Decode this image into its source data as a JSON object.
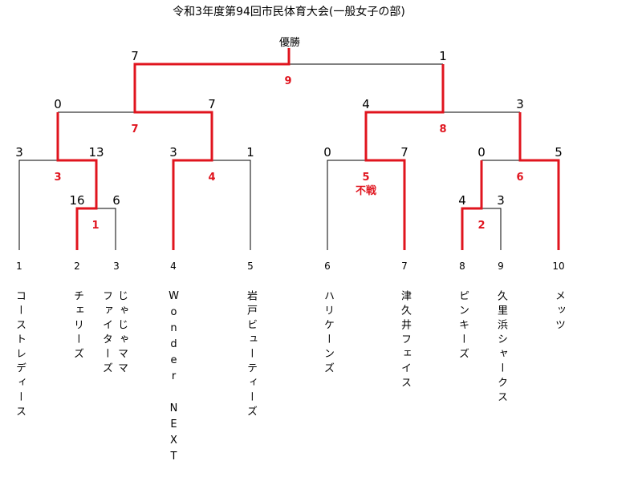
{
  "title": "令和3年度第94回市民体育大会(一般女子の部)",
  "champion_label": "優勝",
  "teams": [
    {
      "seed": "1",
      "name": "コーストレディース"
    },
    {
      "seed": "2",
      "name": "チェリーズ"
    },
    {
      "seed": "3",
      "name": "じゃじゃママ",
      "name2": "ファイターズ"
    },
    {
      "seed": "4",
      "name": "Wonder NEXT"
    },
    {
      "seed": "5",
      "name": "岩戸ビューティーズ"
    },
    {
      "seed": "6",
      "name": "ハリケーンズ"
    },
    {
      "seed": "7",
      "name": "津久井フェイス"
    },
    {
      "seed": "8",
      "name": "ピンキーズ"
    },
    {
      "seed": "9",
      "name": "久里浜シャークス"
    },
    {
      "seed": "10",
      "name": "メッツ"
    }
  ],
  "matches": [
    {
      "no": "1",
      "left": "16",
      "right": "6"
    },
    {
      "no": "2",
      "left": "4",
      "right": "3"
    },
    {
      "no": "3",
      "left": "3",
      "right": "13"
    },
    {
      "no": "4",
      "left": "3",
      "right": "1"
    },
    {
      "no": "5",
      "note": "不戦",
      "left": "0",
      "right": "7"
    },
    {
      "no": "6",
      "left": "0",
      "right": "5"
    },
    {
      "no": "7",
      "left": "0",
      "right": "7"
    },
    {
      "no": "8",
      "left": "4",
      "right": "3"
    },
    {
      "no": "9",
      "left": "7",
      "right": "1"
    }
  ],
  "colors": {
    "line": "#000000",
    "winner": "#e0141e"
  }
}
